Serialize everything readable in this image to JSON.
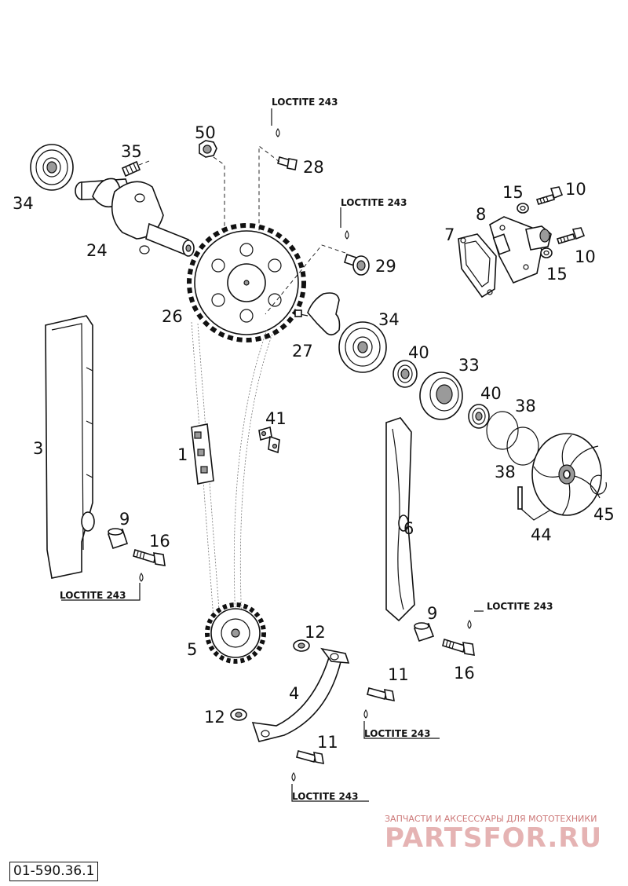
{
  "diagram": {
    "reference_number": "01-590.36.1",
    "watermark": {
      "tagline": "ЗАПЧАСТИ И АКСЕССУАРЫ ДЛЯ МОТОТЕХНИКИ",
      "brand": "PARTSFOR.RU"
    },
    "loctite_label": "LOCTITE 243",
    "callouts": {
      "c50": "50",
      "c35": "35",
      "c34a": "34",
      "c24": "24",
      "c26": "26",
      "c28": "28",
      "c29": "29",
      "c27": "27",
      "c34b": "34",
      "c40a": "40",
      "c33": "33",
      "c40b": "40",
      "c38a": "38",
      "c38b": "38",
      "c15a": "15",
      "c10a": "10",
      "c8": "8",
      "c7": "7",
      "c10b": "10",
      "c15b": "15",
      "c3": "3",
      "c41": "41",
      "c1": "1",
      "c6": "6",
      "c45": "45",
      "c44": "44",
      "c9a": "9",
      "c16a": "16",
      "c9b": "9",
      "c16b": "16",
      "c5": "5",
      "c12a": "12",
      "c4": "4",
      "c11a": "11",
      "c12b": "12",
      "c11b": "11"
    },
    "loctite_notes": [
      {
        "id": "loctite-28",
        "text": "LOCTITE 243"
      },
      {
        "id": "loctite-29",
        "text": "LOCTITE 243"
      },
      {
        "id": "loctite-16-left",
        "text": "LOCTITE 243"
      },
      {
        "id": "loctite-16-right",
        "text": "LOCTITE 243"
      },
      {
        "id": "loctite-11-upper",
        "text": "LOCTITE 243"
      },
      {
        "id": "loctite-11-lower",
        "text": "LOCTITE 243"
      }
    ]
  }
}
